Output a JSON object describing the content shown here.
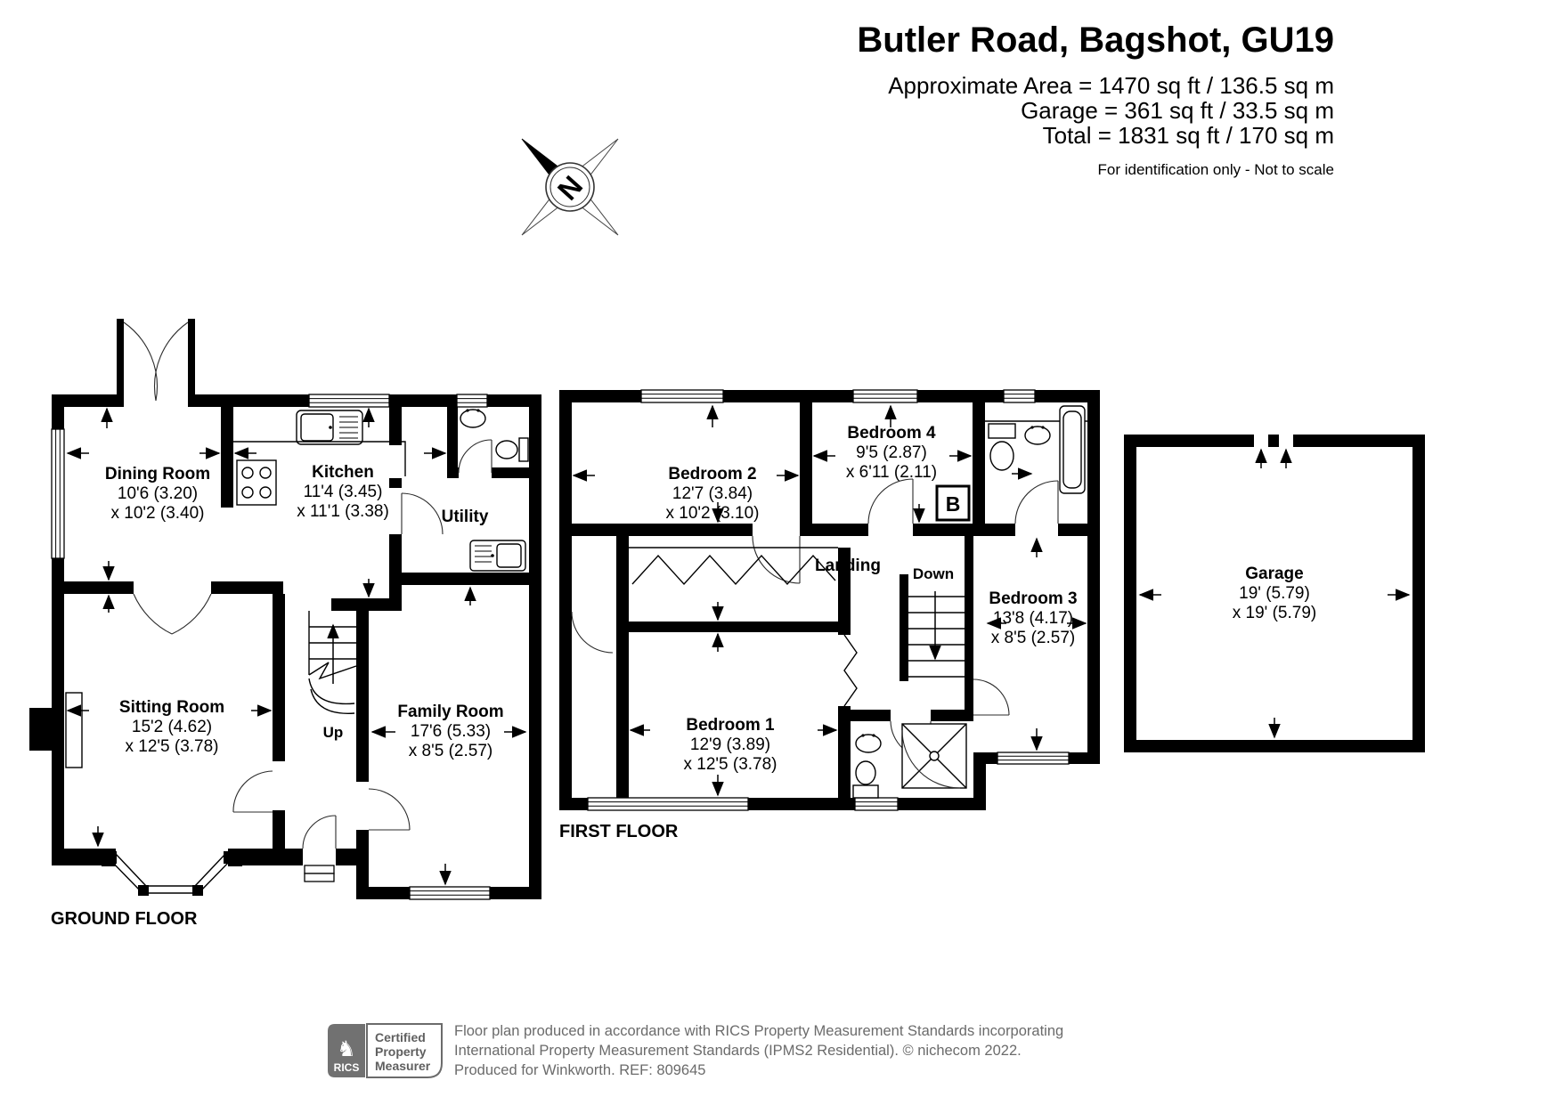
{
  "header": {
    "title": "Butler Road, Bagshot, GU19",
    "line1": "Approximate Area = 1470 sq ft / 136.5 sq m",
    "line2": "Garage = 361 sq ft / 33.5 sq m",
    "line3": "Total = 1831 sq ft / 170 sq m",
    "disclaimer": "For identification only - Not to scale"
  },
  "compass": {
    "north": "N"
  },
  "ground": {
    "label": "GROUND FLOOR",
    "dining": {
      "name": "Dining Room",
      "d1": "10'6 (3.20)",
      "d2": "x 10'2 (3.40)"
    },
    "kitchen": {
      "name": "Kitchen",
      "d1": "11'4 (3.45)",
      "d2": "x 11'1 (3.38)"
    },
    "utility": {
      "name": "Utility"
    },
    "sitting": {
      "name": "Sitting Room",
      "d1": "15'2 (4.62)",
      "d2": "x 12'5 (3.78)"
    },
    "family": {
      "name": "Family Room",
      "d1": "17'6 (5.33)",
      "d2": "x 8'5 (2.57)"
    },
    "up": "Up"
  },
  "first": {
    "label": "FIRST FLOOR",
    "bedroom1": {
      "name": "Bedroom 1",
      "d1": "12'9 (3.89)",
      "d2": "x 12'5 (3.78)"
    },
    "bedroom2": {
      "name": "Bedroom 2",
      "d1": "12'7 (3.84)",
      "d2": "x 10'2 (3.10)"
    },
    "bedroom3": {
      "name": "Bedroom 3",
      "d1": "13'8 (4.17)",
      "d2": "x 8'5 (2.57)"
    },
    "bedroom4": {
      "name": "Bedroom 4",
      "d1": "9'5 (2.87)",
      "d2": "x 6'11 (2.11)"
    },
    "landing": "Landing",
    "down": "Down",
    "boiler": "B"
  },
  "garage": {
    "name": "Garage",
    "d1": "19' (5.79)",
    "d2": "x 19' (5.79)"
  },
  "footer": {
    "rics": "RICS",
    "badge1": "Certified",
    "badge2": "Property",
    "badge3": "Measurer",
    "line1": "Floor plan produced in accordance with RICS Property Measurement Standards incorporating",
    "line2": "International Property Measurement Standards (IPMS2 Residential).   © nichecom 2022.",
    "line3": "Produced for Winkworth.   REF: 809645"
  }
}
